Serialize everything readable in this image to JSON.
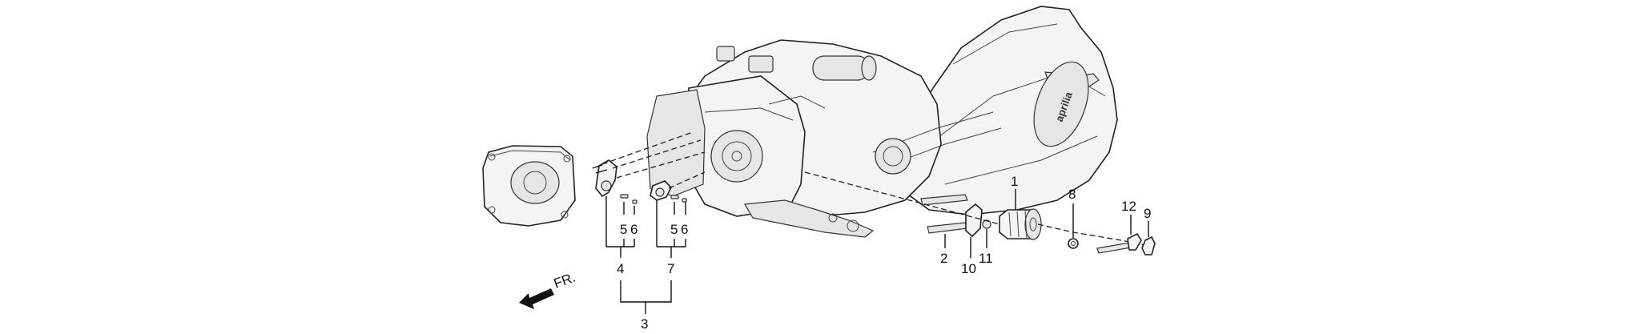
{
  "diagram": {
    "direction_label": "FR.",
    "callouts": {
      "c1": "1",
      "c2": "2",
      "c3": "3",
      "c4": "4",
      "c5a": "5",
      "c6a": "6",
      "c5b": "5",
      "c6b": "6",
      "c7": "7",
      "c8": "8",
      "c9": "9",
      "c10": "10",
      "c11": "11",
      "c12": "12"
    },
    "logo_text": "aprilia",
    "colors": {
      "line": "#111111",
      "part_fill": "#f4f4f4",
      "background": "#ffffff"
    }
  }
}
